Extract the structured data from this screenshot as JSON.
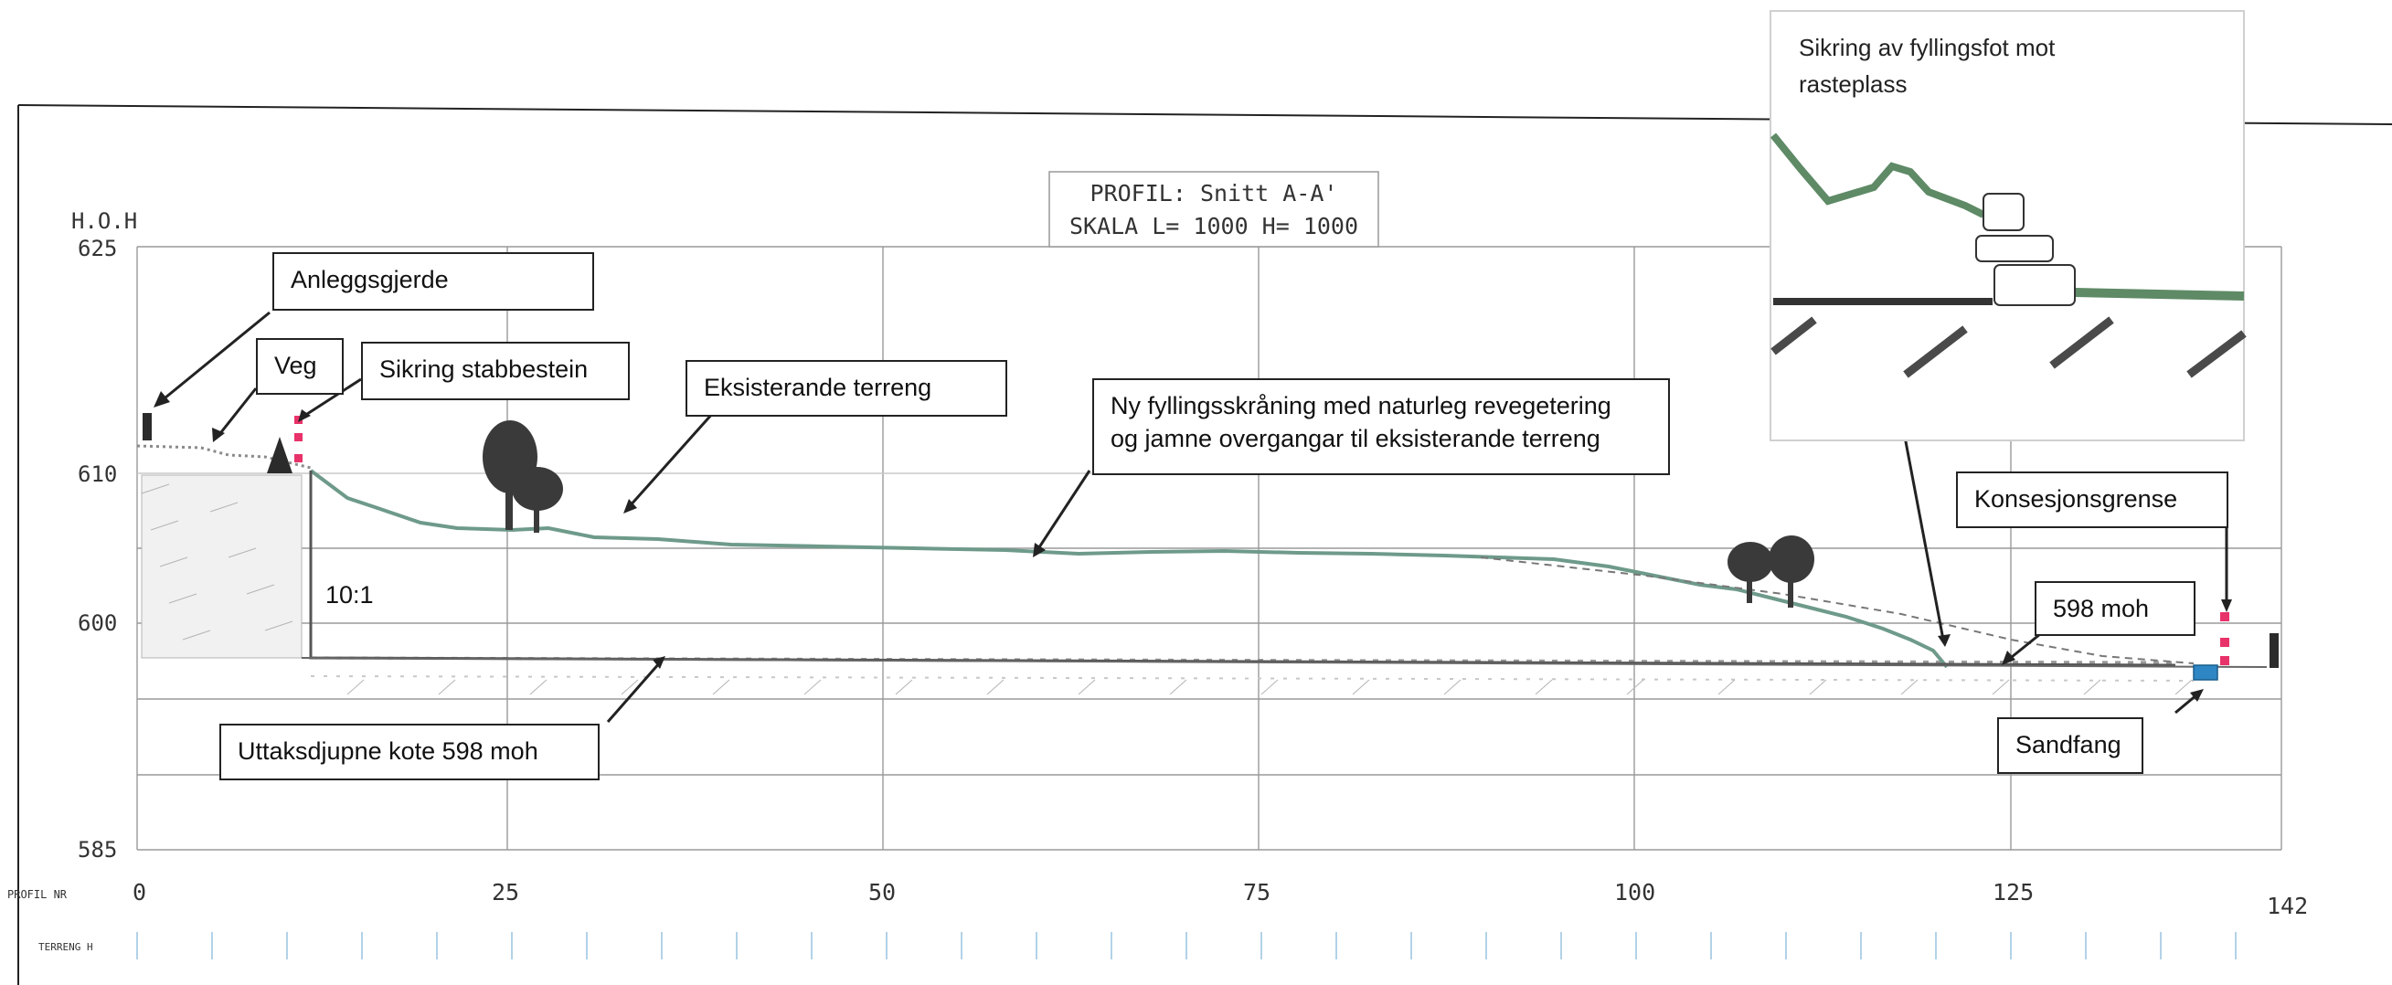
{
  "profile": {
    "title_line1": "PROFIL: Snitt A-A'",
    "title_line2": "SKALA L= 1000 H= 1000"
  },
  "axes": {
    "y_unit": "H.O.H",
    "y_ticks": [
      "625",
      "610",
      "600",
      "585"
    ],
    "x_ticks": [
      "0",
      "25",
      "50",
      "75",
      "100",
      "125",
      "142"
    ],
    "row_label_profil": "PROFIL NR",
    "row_label_terreng": "TERRENG H"
  },
  "annotations": {
    "anleggsgjerde": "Anleggsgjerde",
    "veg": "Veg",
    "sikring_stabbestein": "Sikring stabbestein",
    "eksisterande_terreng": "Eksisterande terreng",
    "ny_fylling_line1": "Ny fyllingsskråning med naturleg revegetering",
    "ny_fylling_line2": "og jamne overgangar til eksisterande terreng",
    "slope": "10:1",
    "uttaksdjupne": "Uttaksdjupne kote 598 moh",
    "moh_598": "598 moh",
    "konsesjonsgrense": "Konsesjonsgrense",
    "sandfang": "Sandfang"
  },
  "inset": {
    "title_line1": "Sikring av fyllingsfot mot",
    "title_line2": "rasteplass"
  },
  "colors": {
    "terrain": "#6e9a8a",
    "dark": "#2b2b2b",
    "marker_red": "#e8326a",
    "sandfang_blue": "#2f86c4",
    "inset_green": "#5e8a66"
  }
}
